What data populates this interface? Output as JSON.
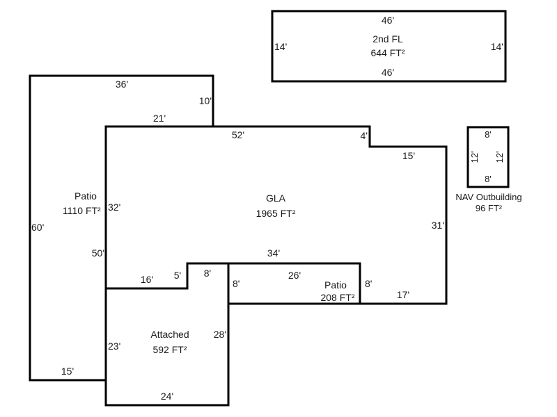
{
  "sketch": {
    "areas": {
      "second_floor": {
        "name": "2nd FL",
        "area": "644 FT²",
        "dims": {
          "top": "46'",
          "bottom": "46'",
          "left": "14'",
          "right": "14'"
        }
      },
      "gla": {
        "name": "GLA",
        "area": "1965 FT²",
        "dims": {
          "top_left": "21'",
          "top": "52'",
          "notch_vertical": "4'",
          "notch_horizontal": "15'",
          "right": "31'",
          "bottom_right": "17'",
          "inner_top": "34'",
          "left": "32'",
          "step_horizontal": "16'",
          "step_vertical": "5'"
        }
      },
      "patio_large": {
        "name": "Patio",
        "area": "1110 FT²",
        "dims": {
          "top": "36'",
          "right_upper": "10'",
          "left": "60'",
          "inner": "50'",
          "bottom": "15'"
        }
      },
      "attached": {
        "name": "Attached",
        "area": "592 FT²",
        "dims": {
          "top": "8'",
          "right": "28'",
          "left": "23'",
          "bottom": "24'"
        }
      },
      "patio_small": {
        "name": "Patio",
        "area": "208 FT²",
        "dims": {
          "top": "26'",
          "left": "8'",
          "right": "8'"
        }
      },
      "nav_outbuilding": {
        "name": "NAV Outbuilding",
        "area": "96 FT²",
        "dims": {
          "top": "8'",
          "bottom": "8'",
          "left": "12'",
          "right": "12'"
        }
      }
    }
  }
}
